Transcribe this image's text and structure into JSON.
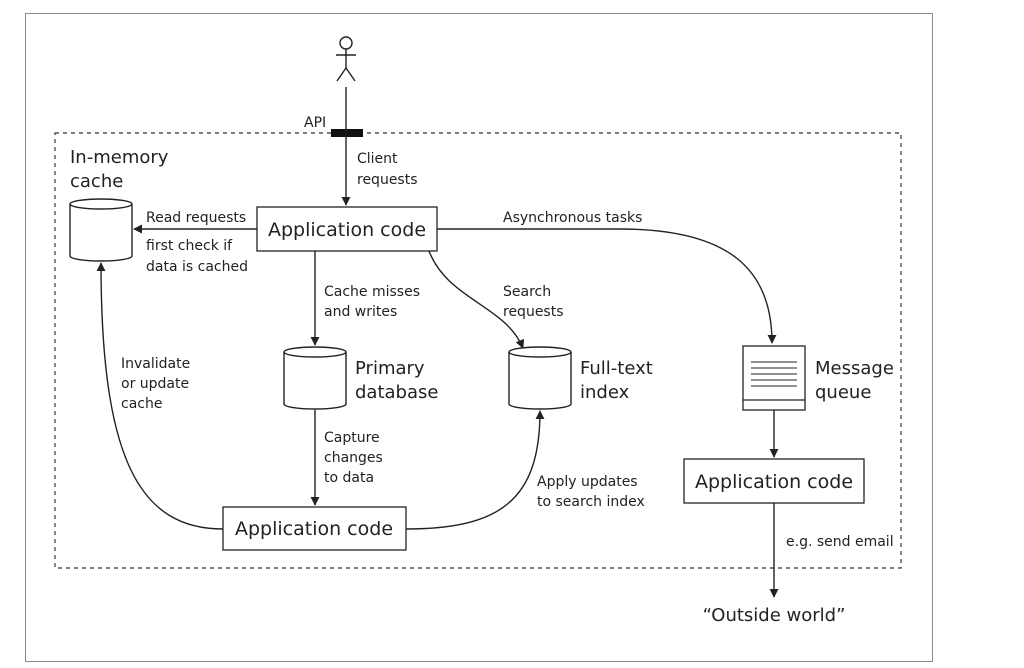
{
  "diagram": {
    "actor": {
      "api_label": "API"
    },
    "edges": {
      "client_requests": [
        "Client",
        "requests"
      ],
      "read_requests": "Read requests",
      "first_check": [
        "first check if",
        "data is cached"
      ],
      "async_tasks": "Asynchronous tasks",
      "cache_misses": [
        "Cache misses",
        "and writes"
      ],
      "search_requests": [
        "Search",
        "requests"
      ],
      "invalidate": [
        "Invalidate",
        "or update",
        "cache"
      ],
      "capture_changes": [
        "Capture",
        "changes",
        "to data"
      ],
      "apply_updates": [
        "Apply updates",
        "to search index"
      ],
      "send_email": "e.g. send email"
    },
    "nodes": {
      "cache": [
        "In-memory",
        "cache"
      ],
      "app_main": "Application code",
      "primary_db": [
        "Primary",
        "database"
      ],
      "fulltext": [
        "Full-text",
        "index"
      ],
      "mq": [
        "Message",
        "queue"
      ],
      "app_queue": "Application code",
      "app_cdc": "Application code",
      "outside": "“Outside world”"
    }
  }
}
